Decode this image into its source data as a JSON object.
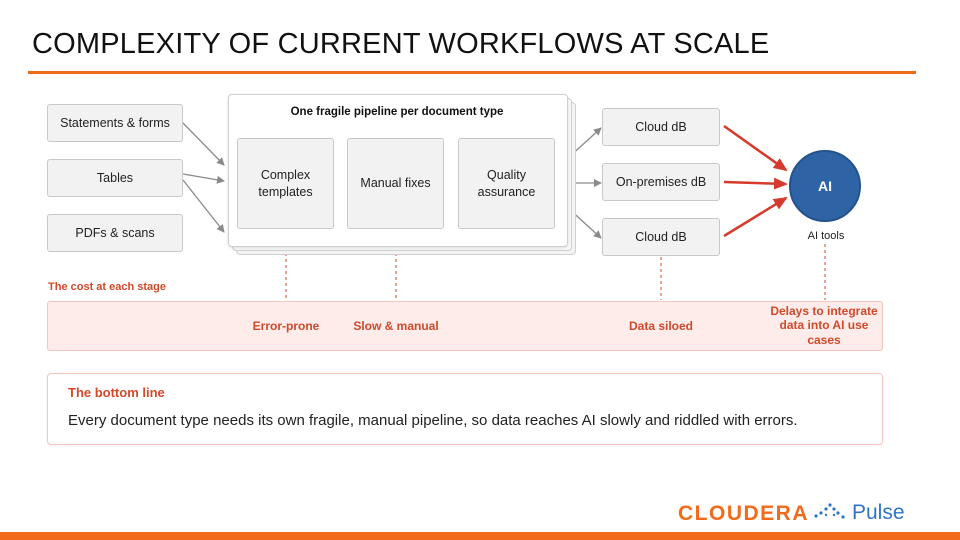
{
  "title": "COMPLEXITY OF CURRENT WORKFLOWS AT SCALE",
  "sources": [
    "Statements & forms",
    "Tables",
    "PDFs & scans"
  ],
  "pipeline": {
    "title": "One fragile pipeline per document type",
    "stages": [
      "Complex templates",
      "Manual fixes",
      "Quality assurance"
    ]
  },
  "destinations": [
    "Cloud dB",
    "On-premises dB",
    "Cloud dB"
  ],
  "ai": {
    "label": "AI",
    "caption": "AI tools"
  },
  "cost": {
    "label": "The cost at each stage",
    "items": [
      "Error-prone",
      "Slow & manual",
      "Data siloed",
      "Delays to integrate data into AI use cases"
    ]
  },
  "bottom_line": {
    "title": "The bottom line",
    "text": "Every document type needs its own fragile, manual pipeline, so data reaches AI slowly and riddled with errors."
  },
  "logo": {
    "brand": "CLOUDERA",
    "product": "Pulse"
  },
  "colors": {
    "accent": "#f26a1b",
    "cost_red": "#d04a2a",
    "ai_blue": "#2e64a5",
    "arrow_red": "#d63a2c",
    "arrow_gray": "#8a8a8a"
  }
}
